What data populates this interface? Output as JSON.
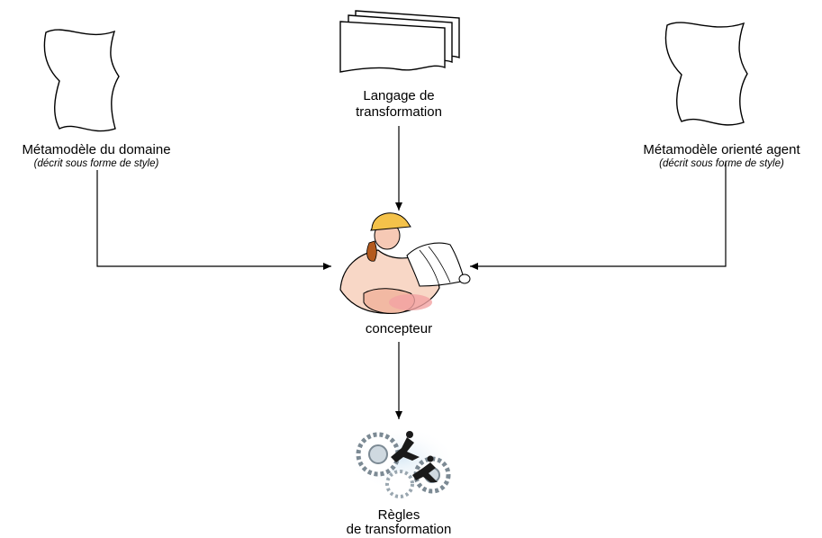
{
  "nodes": {
    "domain_metamodel": {
      "title": "Métamodèle du domaine",
      "subtitle": "(décrit sous forme de style)"
    },
    "transformation_language": {
      "line1": "Langage de",
      "line2": "transformation"
    },
    "agent_metamodel": {
      "title": "Métamodèle orienté agent",
      "subtitle": "(décrit sous forme de style)"
    },
    "designer": {
      "label": "concepteur"
    },
    "rules": {
      "line1": "Règles",
      "line2": "de transformation"
    }
  },
  "edges": [
    {
      "from": "domain_metamodel",
      "to": "designer"
    },
    {
      "from": "transformation_language",
      "to": "designer"
    },
    {
      "from": "agent_metamodel",
      "to": "designer"
    },
    {
      "from": "designer",
      "to": "rules"
    }
  ],
  "icons": {
    "domain_metamodel": "stored-data-icon",
    "transformation_language": "multiple-documents-icon",
    "agent_metamodel": "stored-data-icon",
    "designer": "engineer-with-blueprints-icon",
    "rules": "people-on-gears-icon"
  },
  "colors": {
    "line": "#000000",
    "skin": "#f6c9b5",
    "helmet": "#f4c24a",
    "hair": "#b35a1e",
    "gear": "#9aa7b0",
    "glow": "#cfe3f1"
  }
}
